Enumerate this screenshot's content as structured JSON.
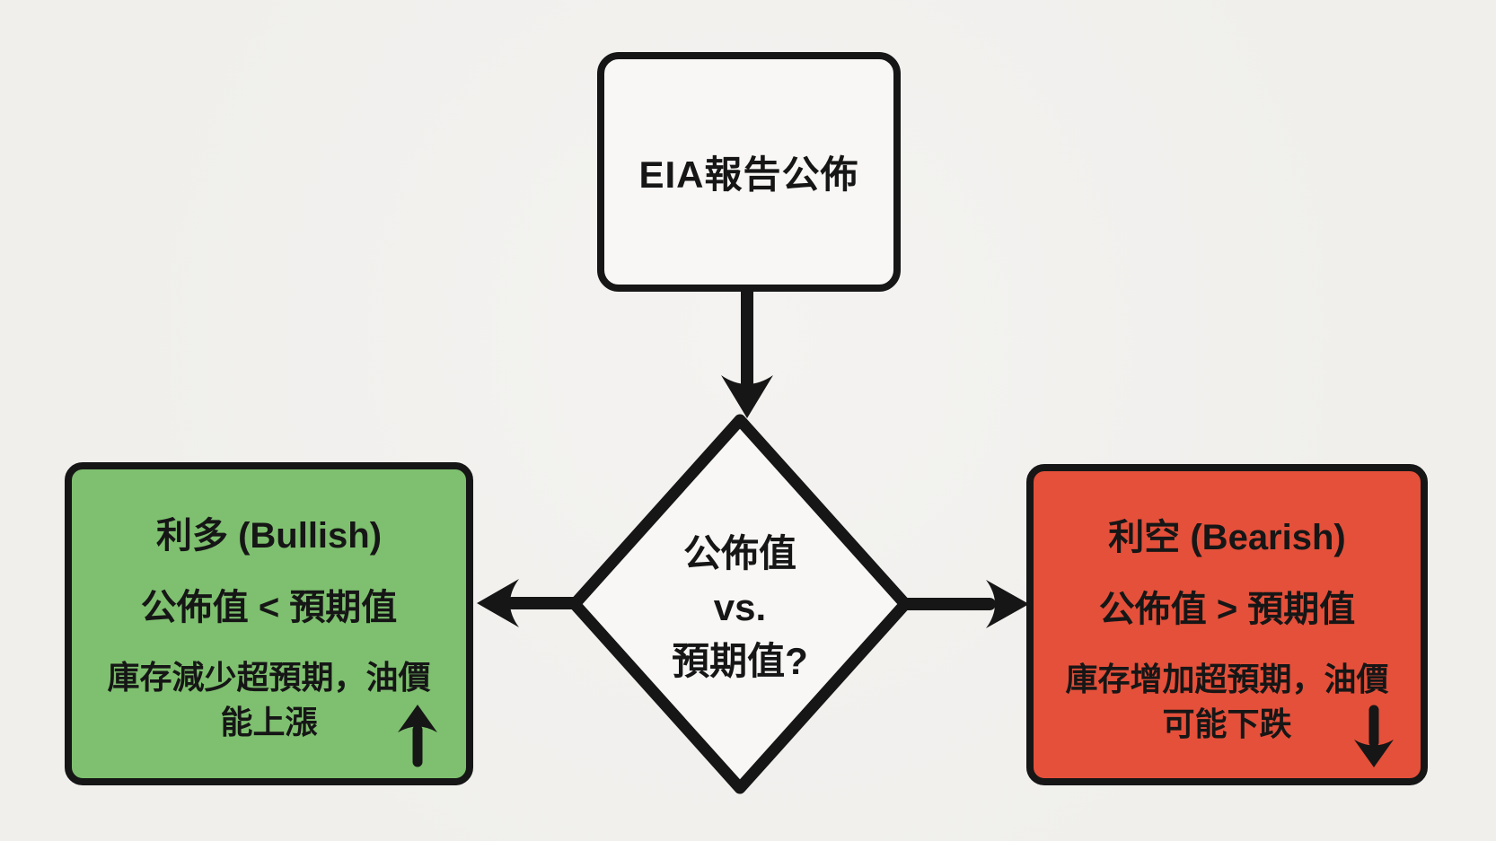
{
  "page": {
    "background_color": "#f1f0ee",
    "ink_color": "#161616",
    "node_fill_color": "#f8f7f5"
  },
  "flowchart": {
    "start_node": {
      "label": "EIA報告公佈"
    },
    "decision_node": {
      "line1": "公佈值",
      "line2": "vs.",
      "line3": "預期值?"
    },
    "bullish_node": {
      "fill_color": "#7ec06f",
      "title": "利多 (Bullish)",
      "condition": "公佈值 < 預期值",
      "description_line1": "庫存減少超預期，油價",
      "description_line2": "能上漲",
      "trend_icon": "up-arrow-icon"
    },
    "bearish_node": {
      "fill_color": "#e4503a",
      "title": "利空 (Bearish)",
      "condition": "公佈值 > 預期值",
      "description_line1": "庫存增加超預期，油價",
      "description_line2": "可能下跌",
      "trend_icon": "down-arrow-icon"
    }
  }
}
